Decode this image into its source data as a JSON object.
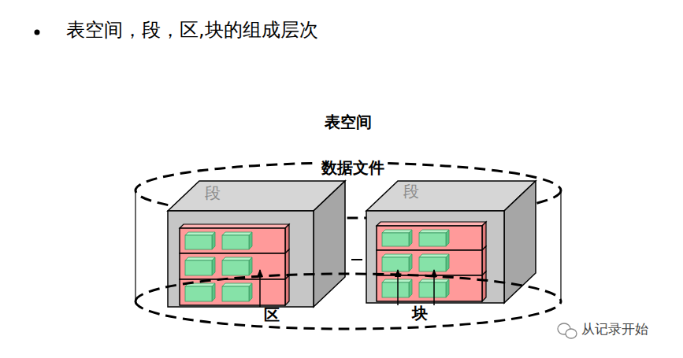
{
  "diagram": {
    "title": "表空间，段，区,块的组成层次",
    "nodes": [
      {
        "text": [
          "表空间",
          "数据文件"
        ]
      },
      {
        "text": [
          "段"
        ],
        "in": 0
      },
      {
        "text": [
          "段"
        ],
        "in": 0
      }
    ],
    "labels": [
      "区",
      "块",
      "从记录开始"
    ]
  }
}
